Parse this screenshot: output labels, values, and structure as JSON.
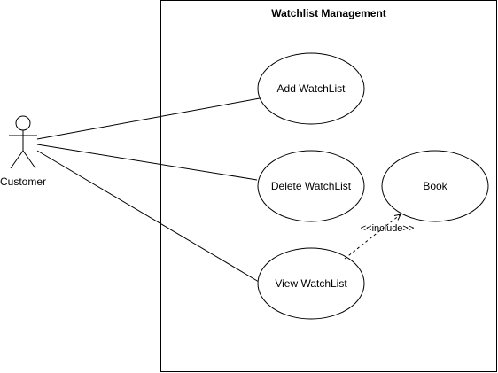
{
  "diagram": {
    "title": "Watchlist Management",
    "actor": {
      "name": "Customer"
    },
    "use_cases": {
      "add": "Add WatchList",
      "delete": "Delete WatchList",
      "view": "View WatchList",
      "book": "Book"
    },
    "relationships": {
      "include_label": "<<include>>"
    },
    "colors": {
      "stroke": "#000000",
      "fill": "#ffffff"
    }
  }
}
